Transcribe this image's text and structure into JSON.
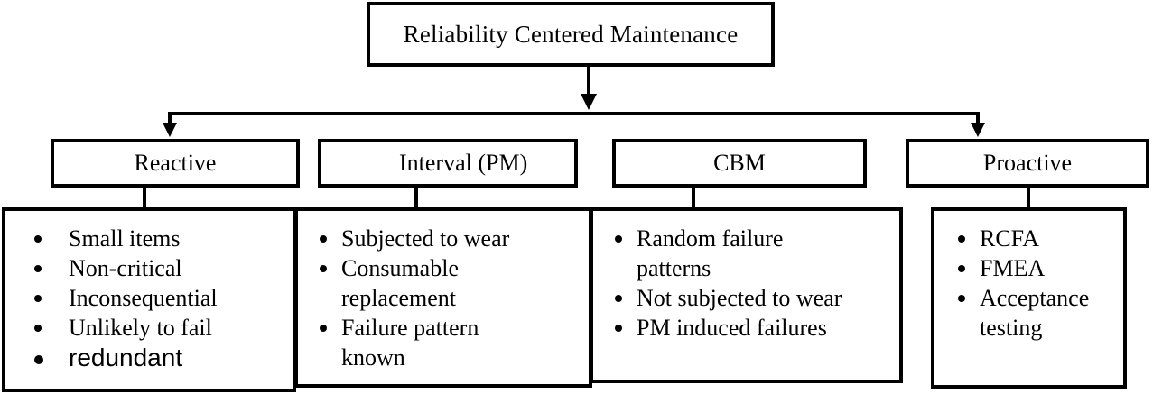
{
  "title": "Reliability Centered Maintenance",
  "categories": [
    {
      "label": "Reactive",
      "items": [
        "Small items",
        "Non-critical",
        "Inconsequential",
        "Unlikely to fail",
        "redundant"
      ]
    },
    {
      "label": "Interval (PM)",
      "items": [
        "Subjected to wear",
        "Consumable replacement",
        "Failure pattern known"
      ]
    },
    {
      "label": "CBM",
      "items": [
        "Random failure patterns",
        "Not subjected to wear",
        "PM induced failures"
      ]
    },
    {
      "label": "Proactive",
      "items": [
        "RCFA",
        "FMEA",
        "Acceptance testing"
      ]
    }
  ]
}
